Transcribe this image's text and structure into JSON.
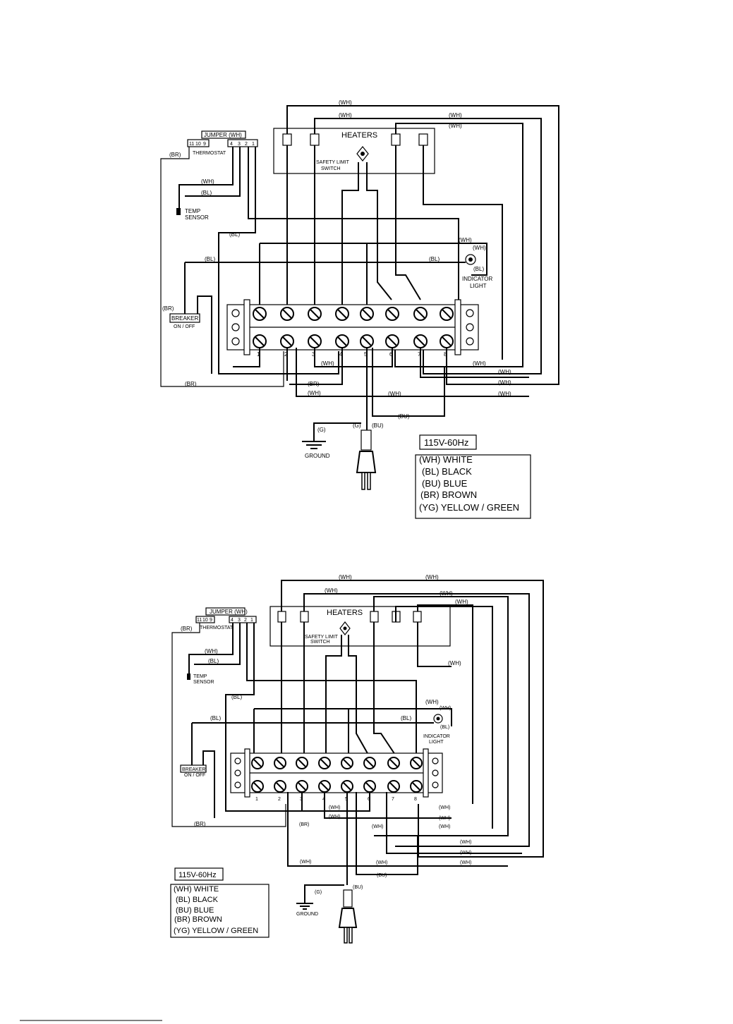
{
  "diagrams": [
    {
      "jumper": "JUMPER (WH)",
      "thermostat": "THERMOSTAT",
      "terminals_left": [
        "11",
        "10",
        "9"
      ],
      "terminals_right": [
        "4",
        "3",
        "2",
        "1"
      ],
      "heaters": "HEATERS",
      "safety_limit": "SAFETY LIMIT",
      "safety_switch": "SWITCH",
      "temp": "TEMP",
      "sensor": "SENSOR",
      "breaker": "BREAKER",
      "on_off": "ON / OFF",
      "indicator": "INDICATOR",
      "light": "LIGHT",
      "ground": "GROUND",
      "g": "(G)",
      "voltage": "115V-60Hz",
      "terminal_numbers": [
        "1",
        "2",
        "3",
        "4",
        "5",
        "6",
        "7",
        "8"
      ],
      "legend": [
        "(WH)  WHITE",
        "(BL)  BLACK",
        "(BU)  BLUE",
        "(BR)  BROWN",
        "(YG)  YELLOW / GREEN"
      ]
    },
    {
      "jumper": "JUMPER (WH)",
      "thermostat": "THERMOSTAT",
      "terminals_left": [
        "11",
        "10",
        "9"
      ],
      "terminals_right": [
        "4",
        "3",
        "2",
        "1"
      ],
      "heaters": "HEATERS",
      "safety_limit": "SAFETY LIMIT",
      "safety_switch": "SWITCH",
      "temp": "TEMP",
      "sensor": "SENSOR",
      "breaker": "BREAKER",
      "on_off": "ON / OFF",
      "indicator": "INDICATOR",
      "light": "LIGHT",
      "ground": "GROUND",
      "g": "(G)",
      "voltage": "115V-60Hz",
      "terminal_numbers": [
        "1",
        "2",
        "3",
        "4",
        "5",
        "6",
        "7",
        "8"
      ],
      "legend": [
        "(WH)  WHITE",
        "(BL)  BLACK",
        "(BU)  BLUE",
        "(BR)  BROWN",
        "(YG)  YELLOW / GREEN"
      ]
    }
  ],
  "wire_labels": {
    "wh": "(WH)",
    "bl": "(BL)",
    "br": "(BR)",
    "bu": "(BU)"
  }
}
